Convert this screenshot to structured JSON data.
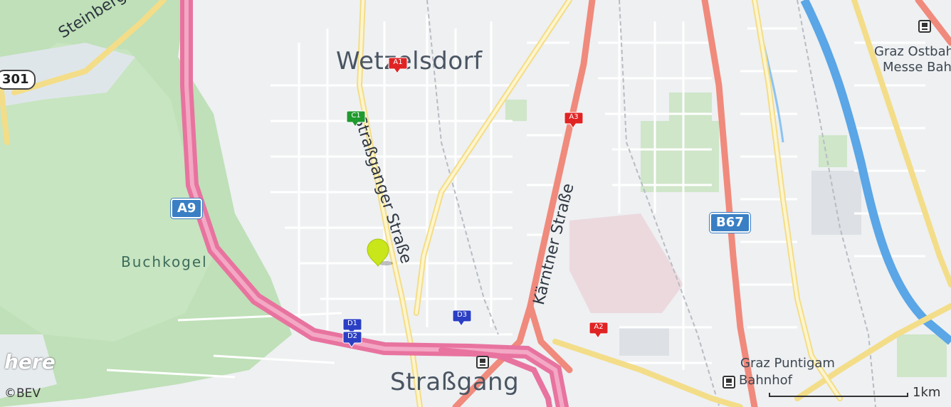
{
  "labels": {
    "town_wetzelsdorf": "Wetzelsdorf",
    "town_strassgang": "Straßgang",
    "area_buchkogel": "Buchkogel",
    "street_steinberg": "Steinberg",
    "street_strassganger": "Straßganger Straße",
    "street_kaerntner": "Kärntner Straße",
    "station_graz_ostbahnhof": "Graz Ostbahnhof-Messe Bahnhof",
    "station_graz_ostbahnhof_line1": "Graz Ostbah",
    "station_graz_ostbahnhof_line2": "Messe Bah",
    "station_graz_puntigam_line1": "Graz Puntigam",
    "station_graz_puntigam_line2": "Bahnhof"
  },
  "shields": {
    "a9": "A9",
    "b67": "B67",
    "r301": "301"
  },
  "markers": [
    {
      "id": "A1",
      "color": "#e02424"
    },
    {
      "id": "A2",
      "color": "#e02424"
    },
    {
      "id": "A3",
      "color": "#e02424"
    },
    {
      "id": "C1",
      "color": "#1f9a2e"
    },
    {
      "id": "D1",
      "color": "#2b3fc4"
    },
    {
      "id": "D2",
      "color": "#2b3fc4"
    },
    {
      "id": "D3",
      "color": "#2b3fc4"
    }
  ],
  "scale": {
    "label": "1km"
  },
  "branding": {
    "logo": "here",
    "copyright": "©BEV"
  },
  "colors": {
    "motorway": "#e8739f",
    "primary": "#f08a7c",
    "secondary": "#fbe9a0",
    "forest": "#b7dcb0",
    "river": "#5aa6e6",
    "location_pin": "#c8e61a"
  }
}
